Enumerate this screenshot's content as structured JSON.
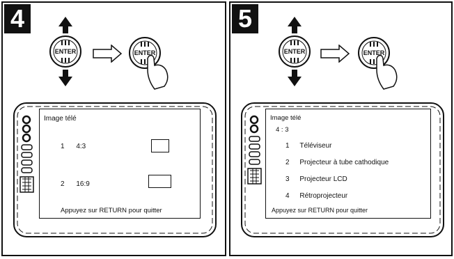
{
  "panels": [
    {
      "step": "4",
      "button_label": "ENTER",
      "screen": {
        "title": "Image télé",
        "options": [
          {
            "num": "1",
            "label": "4:3"
          },
          {
            "num": "2",
            "label": "16:9"
          }
        ],
        "footer": "Appuyez sur RETURN pour quitter"
      }
    },
    {
      "step": "5",
      "button_label": "ENTER",
      "screen": {
        "title": "Image télé",
        "subtitle": "4 : 3",
        "options": [
          {
            "num": "1",
            "label": "Téléviseur"
          },
          {
            "num": "2",
            "label": "Projecteur à tube cathodique"
          },
          {
            "num": "3",
            "label": "Projecteur LCD"
          },
          {
            "num": "4",
            "label": "Rétroprojecteur"
          }
        ],
        "footer": "Appuyez sur RETURN pour quitter"
      }
    }
  ]
}
